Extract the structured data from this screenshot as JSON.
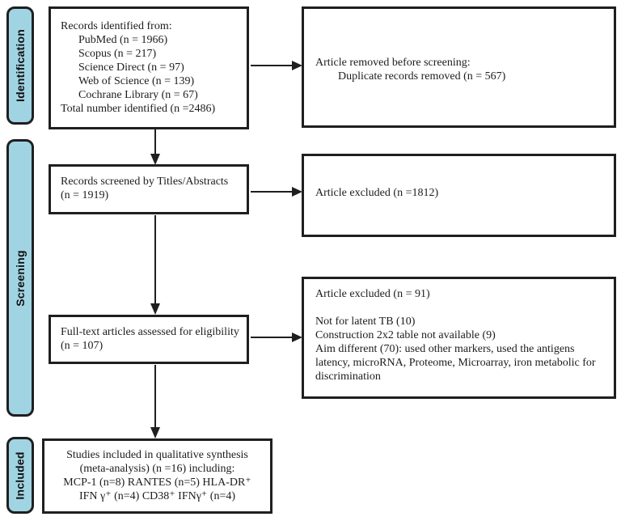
{
  "figure_type": "prisma-flow-diagram",
  "colors": {
    "stage_fill": "#A1D4E3",
    "line": "#1f1f1f",
    "box_fill": "#ffffff"
  },
  "stages": {
    "identification": "Identification",
    "screening": "Screening",
    "included": "Included"
  },
  "boxes": {
    "records_identified": {
      "title": "Records identified from:",
      "sources": [
        "PubMed (n = 1966)",
        "Scopus (n = 217)",
        "Science Direct (n = 97)",
        "Web of Science (n = 139)",
        "Cochrane Library (n = 67)"
      ],
      "total": "Total number identified (n =2486)"
    },
    "removed_before_screening": {
      "title": "Article removed before screening:",
      "detail": "Duplicate records removed (n = 567)"
    },
    "records_screened": {
      "lines": [
        "Records screened by Titles/Abstracts",
        "(n = 1919)"
      ]
    },
    "excluded_titles": {
      "text": "Article excluded (n =1812)"
    },
    "fulltext_assessed": {
      "lines": [
        "Full-text articles assessed for eligibility",
        "(n = 107)"
      ]
    },
    "excluded_fulltext": {
      "title": "Article excluded (n = 91)",
      "reasons": [
        "Not for latent TB (10)",
        "Construction 2x2 table not available (9)",
        "Aim different (70): used other markers, used the antigens latency, microRNA, Proteome, Microarray, iron metabolic for discrimination"
      ]
    },
    "included_studies": {
      "lines": [
        "Studies included in qualitative synthesis",
        "(meta-analysis) (n =16) including:",
        "MCP-1 (n=8) RANTES (n=5) HLA-DR⁺",
        "IFN γ⁺ (n=4) CD38⁺ IFNγ⁺ (n=4)"
      ]
    }
  }
}
